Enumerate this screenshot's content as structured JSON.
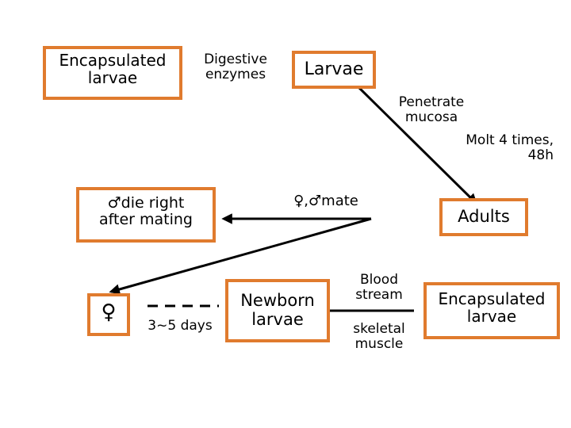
{
  "nodes": {
    "encapsulated_larvae_top": "Encapsulated\nlarvae",
    "digestive_enzymes": "Digestive\nenzymes",
    "larvae": "Larvae",
    "penetrate_mucosa": "Penetrate\nmucosa",
    "molt": "Molt 4 times,\n48h",
    "mate": "♀,♂mate",
    "male_die": "♂die right\nafter mating",
    "adults": "Adults",
    "female": "♀",
    "days": "3~5 days",
    "newborn_larvae": "Newborn\nlarvae",
    "blood_stream": "Blood\nstream",
    "skeletal_muscle": "skeletal\nmuscle",
    "encapsulated_larvae_bottom": "Encapsulated\nlarvae"
  },
  "colors": {
    "box_border": "#e07b2e",
    "line": "#000000"
  }
}
